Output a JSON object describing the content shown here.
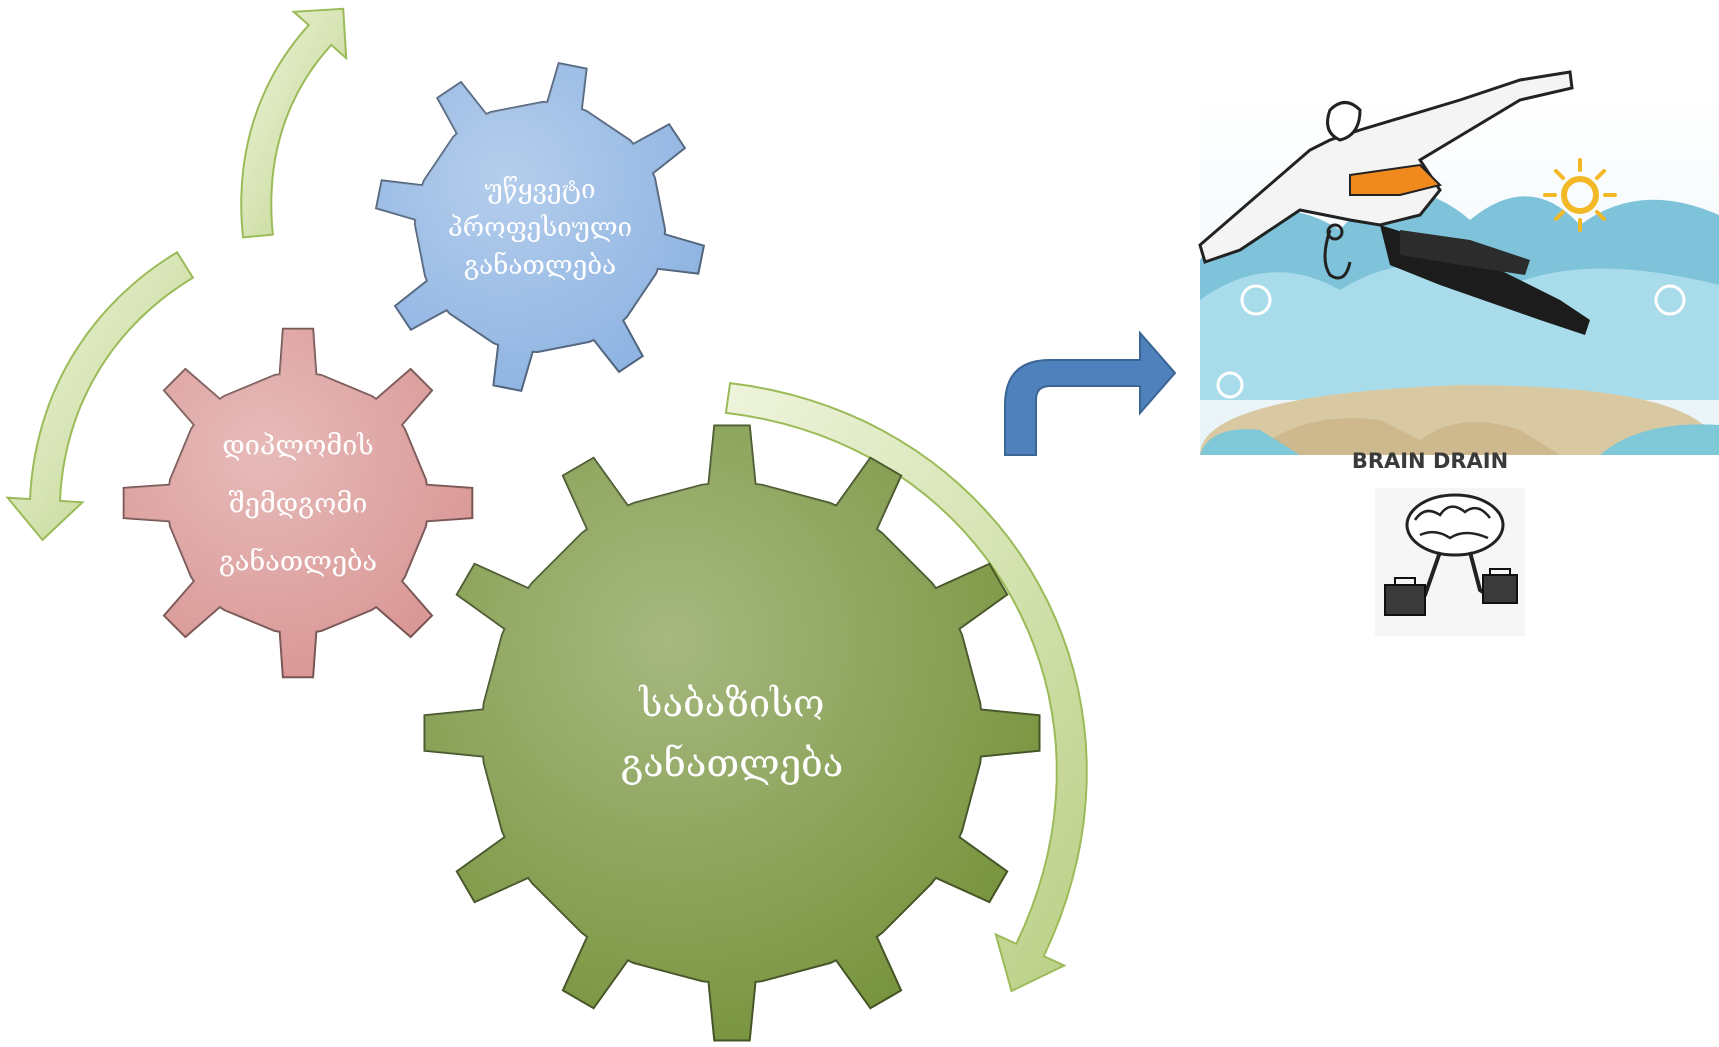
{
  "gears": [
    {
      "id": "continuing-professional-education",
      "lines": [
        "უწყვეტი",
        "პროფესიული",
        "განათლება"
      ],
      "color": "#8db3e2"
    },
    {
      "id": "postgraduate-education",
      "lines": [
        "დიპლომის",
        "შემდგომი",
        "განათლება"
      ],
      "color": "#d99694"
    },
    {
      "id": "basic-education",
      "lines": [
        "საბაზისო",
        "განათლება"
      ],
      "color": "#77933c"
    }
  ],
  "cycle_arrow_color": "#c3d69b",
  "bent_arrow_color": "#4f81bd",
  "illustration": {
    "caption": "BRAIN DRAIN",
    "icons": [
      "flying-doctor-icon",
      "walking-brain-icon"
    ]
  }
}
